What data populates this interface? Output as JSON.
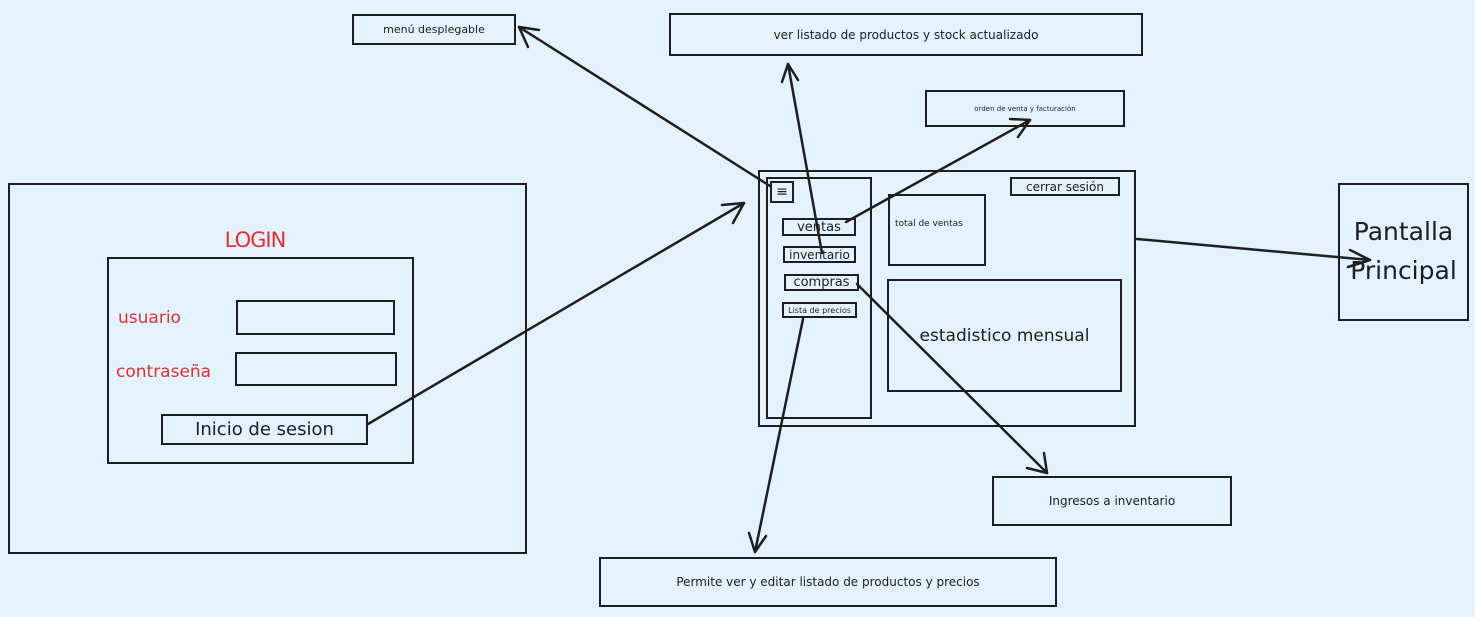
{
  "login": {
    "title": "LOGIN",
    "usuario_label": "usuario",
    "contrasena_label": "contraseña",
    "usuario_value": "",
    "contrasena_value": "",
    "submit_label": "Inicio de sesion"
  },
  "main_screen": {
    "hamburger_icon": "≡",
    "menu_items": [
      "ventas",
      "inventario",
      "compras",
      "Lista de precios"
    ],
    "logout_label": "cerrar sesión",
    "total_label": "total de ventas",
    "stats_label": "estadistico mensual"
  },
  "notes": {
    "menu": "menú desplegable",
    "stock": "ver listado de productos y stock actualizado",
    "orden": "orden de venta y facturación",
    "pantalla_line1": "Pantalla",
    "pantalla_line2": "Principal",
    "ingresos": "Ingresos a inventario",
    "precios": "Permite ver y editar listado de productos y precios"
  },
  "colors": {
    "background": "#e3f2fc",
    "stroke": "#1e1e1e",
    "accent_red": "#e03131"
  }
}
